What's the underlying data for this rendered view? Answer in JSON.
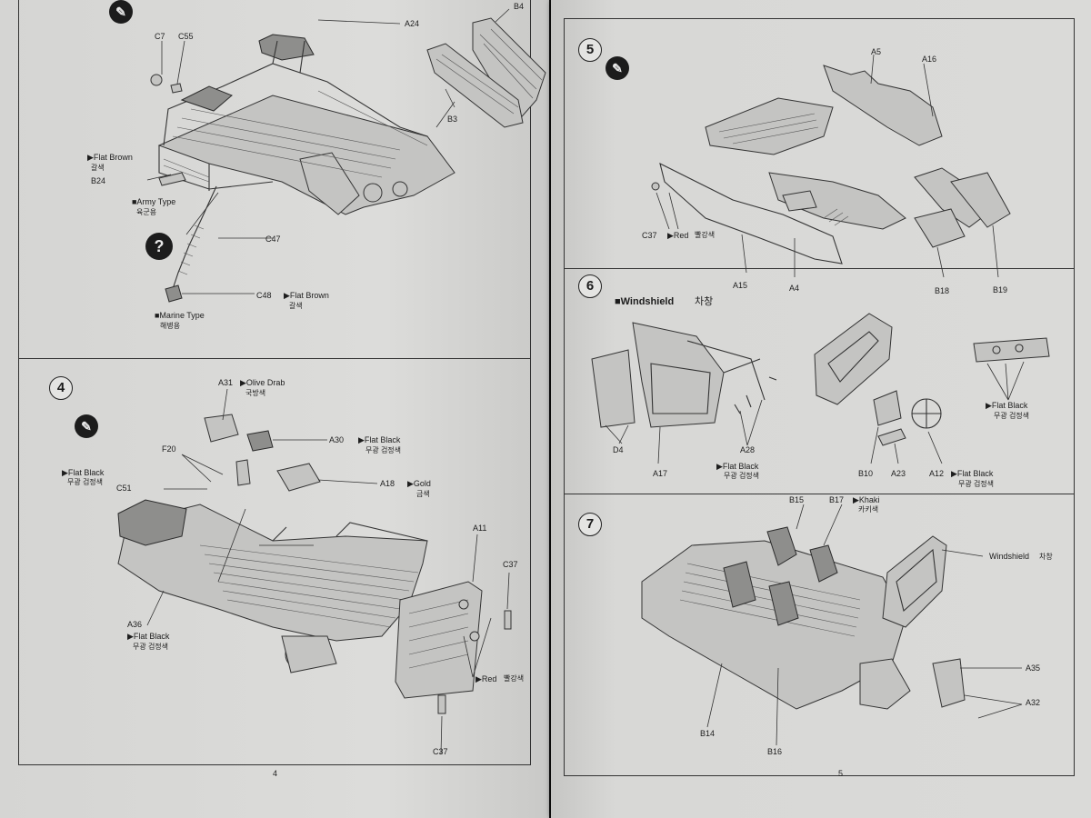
{
  "left_page": {
    "page_number": "4",
    "step3": {
      "labels": {
        "c7": "C7",
        "c55": "C55",
        "a24": "A24",
        "b4": "B4",
        "b3": "B3",
        "flat_brown_1": "▶Flat Brown",
        "flat_brown_1_kr": "갈색",
        "b24": "B24",
        "army_type": "■Army Type",
        "army_type_kr": "육군용",
        "c47": "C47",
        "c48": "C48",
        "flat_brown_2": "▶Flat Brown",
        "flat_brown_2_kr": "갈색",
        "marine_type": "■Marine Type",
        "marine_type_kr": "해병용"
      }
    },
    "step4": {
      "number": "4",
      "labels": {
        "a31": "A31",
        "olive_drab": "▶Olive Drab",
        "olive_drab_kr": "국방색",
        "a30": "A30",
        "flat_black_1": "▶Flat Black",
        "flat_black_1_kr": "무광 검정색",
        "f20": "F20",
        "flat_black_2": "▶Flat Black",
        "flat_black_2_kr": "무광 검정색",
        "c51": "C51",
        "a18": "A18",
        "gold": "▶Gold",
        "gold_kr": "금색",
        "a11": "A11",
        "c37_top": "C37",
        "a36": "A36",
        "flat_black_3": "▶Flat Black",
        "flat_black_3_kr": "무광 검정색",
        "red": "▶Red",
        "red_kr": "빨강색",
        "c37_bottom": "C37"
      }
    }
  },
  "right_page": {
    "page_number": "5",
    "step5": {
      "number": "5",
      "labels": {
        "a5": "A5",
        "a16": "A16",
        "c37": "C37",
        "red": "▶Red",
        "red_kr": "빨강색",
        "a15": "A15",
        "a4": "A4",
        "b18": "B18",
        "b19": "B19"
      }
    },
    "step6": {
      "number": "6",
      "title": "■Windshield",
      "title_kr": "차창",
      "labels": {
        "d4": "D4",
        "a17": "A17",
        "a28": "A28",
        "flat_black_1": "▶Flat Black",
        "flat_black_1_kr": "무광 검정색",
        "b10": "B10",
        "a23": "A23",
        "a12": "A12",
        "flat_black_2": "▶Flat Black",
        "flat_black_2_kr": "무광 검정색",
        "flat_black_3": "▶Flat Black",
        "flat_black_3_kr": "무광 검정색"
      }
    },
    "step7": {
      "number": "7",
      "labels": {
        "b15": "B15",
        "b17": "B17",
        "khaki": "▶Khaki",
        "khaki_kr": "카키색",
        "windshield": "Windshield",
        "windshield_kr": "차창",
        "a35": "A35",
        "a32": "A32",
        "b14": "B14",
        "b16": "B16"
      }
    }
  }
}
